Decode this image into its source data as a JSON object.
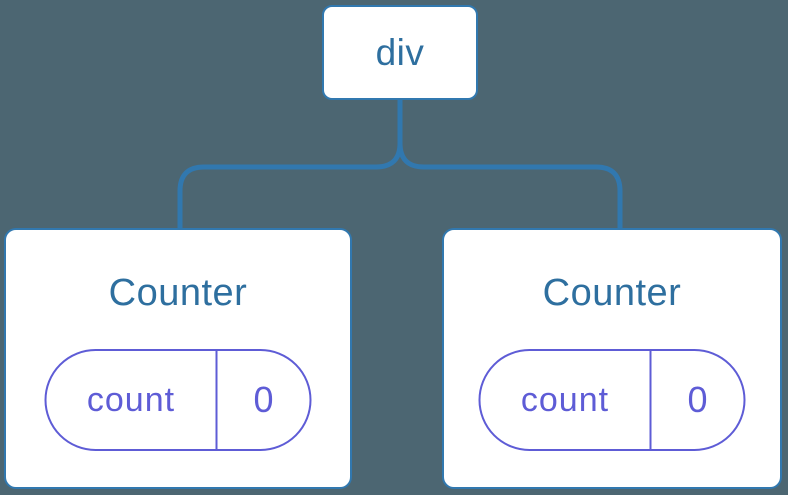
{
  "diagram": {
    "description": "component-tree-with-state",
    "root": {
      "label": "div"
    },
    "children": [
      {
        "title": "Counter",
        "state": {
          "key": "count",
          "value": "0"
        }
      },
      {
        "title": "Counter",
        "state": {
          "key": "count",
          "value": "0"
        }
      }
    ],
    "colors": {
      "background": "#4C6672",
      "node_blue": "#3178AF",
      "text_blue": "#2E6F9F",
      "purple": "#5E5CD6",
      "card_bg": "#FFFFFF"
    }
  }
}
